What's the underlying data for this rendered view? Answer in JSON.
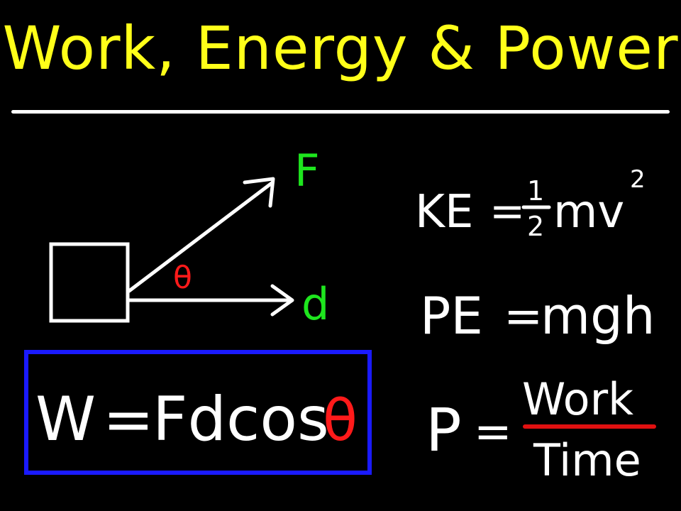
{
  "title": "Work, Energy & Power",
  "diagram": {
    "force_label": "F",
    "displacement_label": "d",
    "angle_label": "θ"
  },
  "work_formula": {
    "lhs": "W",
    "equals": "=",
    "rhs": "Fdcos",
    "angle": "θ"
  },
  "ke_formula": {
    "lhs": "KE",
    "equals": "=",
    "numerator": "1",
    "denominator": "2",
    "rhs": "mv",
    "exponent": "2"
  },
  "pe_formula": {
    "lhs": "PE",
    "equals": "=",
    "rhs": "mgh"
  },
  "power_formula": {
    "lhs": "P",
    "equals": "=",
    "numerator": "Work",
    "denominator": "Time"
  },
  "colors": {
    "background": "#000000",
    "title": "#ffff19",
    "chalk": "#ffffff",
    "force": "#1ee61e",
    "angle": "#ff1a1a",
    "box_border": "#1a1aff",
    "fraction_bar": "#e01010"
  }
}
